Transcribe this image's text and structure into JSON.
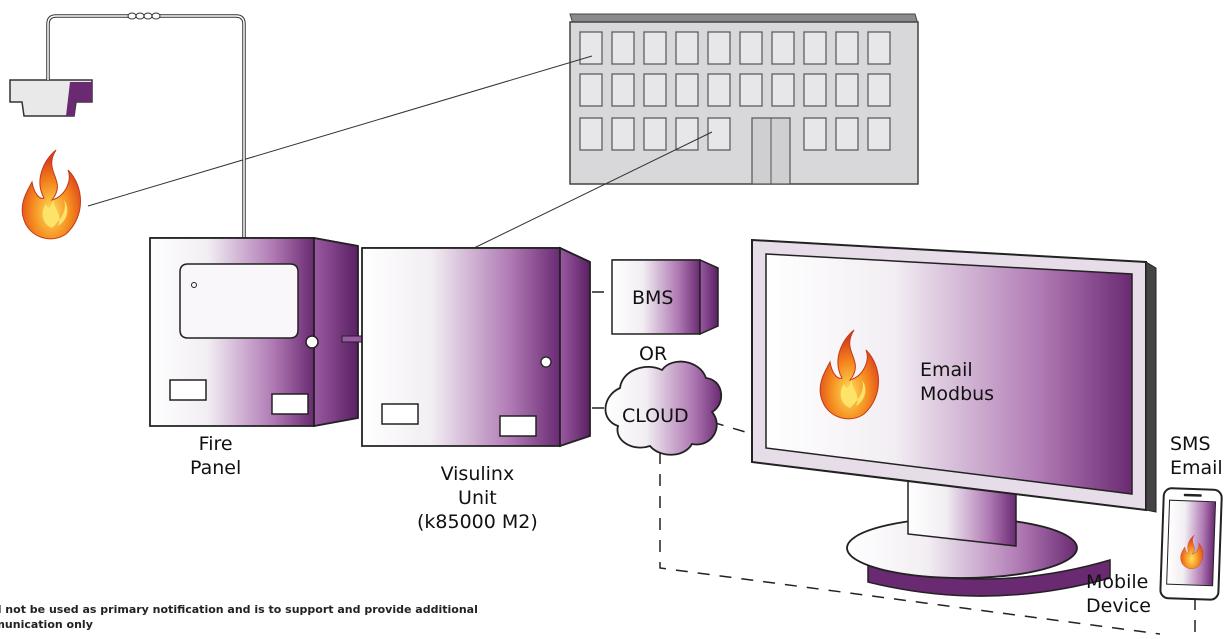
{
  "components": {
    "fire_panel": {
      "line1": "Fire",
      "line2": "Panel"
    },
    "visulinx_unit": {
      "line1": "Visulinx",
      "line2": "Unit",
      "line3": "(k85000 M2)"
    },
    "bms": "BMS",
    "or": "OR",
    "cloud": "CLOUD",
    "monitor": {
      "line1": "Email",
      "line2": "Modbus"
    },
    "sms_email": {
      "line1": "SMS",
      "line2": "Email"
    },
    "mobile_device": {
      "line1": "Mobile",
      "line2": "Device"
    }
  },
  "footnote": {
    "line1": "uld not be used  as primary notification and is to support and provide additional",
    "line2": "mmunication only"
  },
  "colors": {
    "purple_dark": "#6a2a72",
    "purple_light": "#f2eef3",
    "building_gray": "#d8d8da",
    "flame_orange": "#f06a1a",
    "flame_yellow": "#fdd23a"
  }
}
